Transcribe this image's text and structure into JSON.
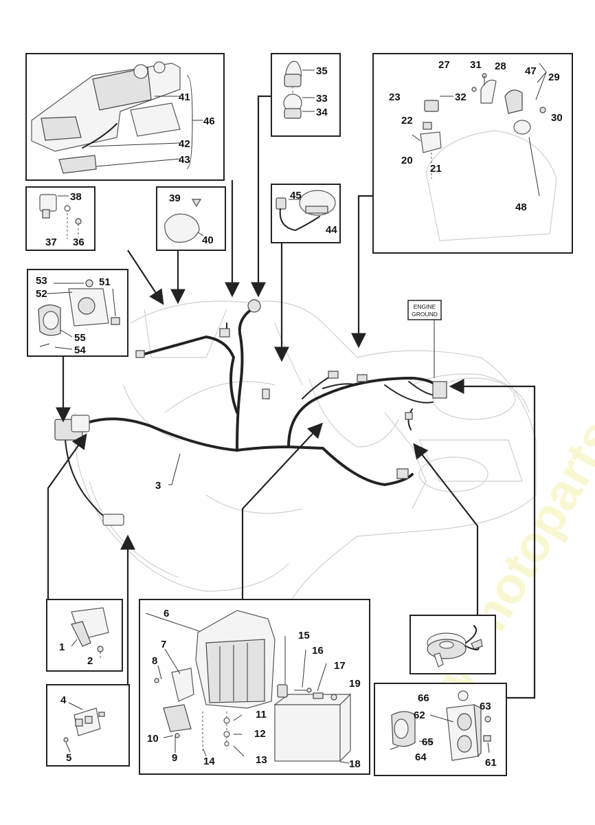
{
  "callouts": {
    "n1": "1",
    "n2": "2",
    "n3": "3",
    "n4": "4",
    "n5": "5",
    "n6": "6",
    "n7": "7",
    "n8": "8",
    "n9": "9",
    "n10": "10",
    "n11": "11",
    "n12": "12",
    "n13": "13",
    "n14": "14",
    "n15": "15",
    "n16": "16",
    "n17": "17",
    "n18": "18",
    "n19": "19",
    "n20": "20",
    "n21": "21",
    "n22": "22",
    "n23": "23",
    "n27": "27",
    "n28": "28",
    "n29": "29",
    "n30": "30",
    "n31": "31",
    "n32": "32",
    "n33": "33",
    "n34": "34",
    "n35": "35",
    "n36": "36",
    "n37": "37",
    "n38": "38",
    "n39": "39",
    "n40": "40",
    "n41": "41",
    "n42": "42",
    "n43": "43",
    "n44": "44",
    "n45": "45",
    "n46": "46",
    "n47": "47",
    "n48": "48",
    "n51": "51",
    "n52": "52",
    "n53": "53",
    "n54": "54",
    "n55": "55",
    "n61": "61",
    "n62": "62",
    "n63": "63",
    "n64": "64",
    "n65": "65",
    "n66": "66"
  },
  "engine_ground": {
    "line1": "ENGINE",
    "line2": "GROUND"
  },
  "watermark": "www.motoparts.co.uk",
  "colors": {
    "ink": "#222222",
    "ghost": "#cfcfcf",
    "watermark": "#f3ef9a"
  }
}
